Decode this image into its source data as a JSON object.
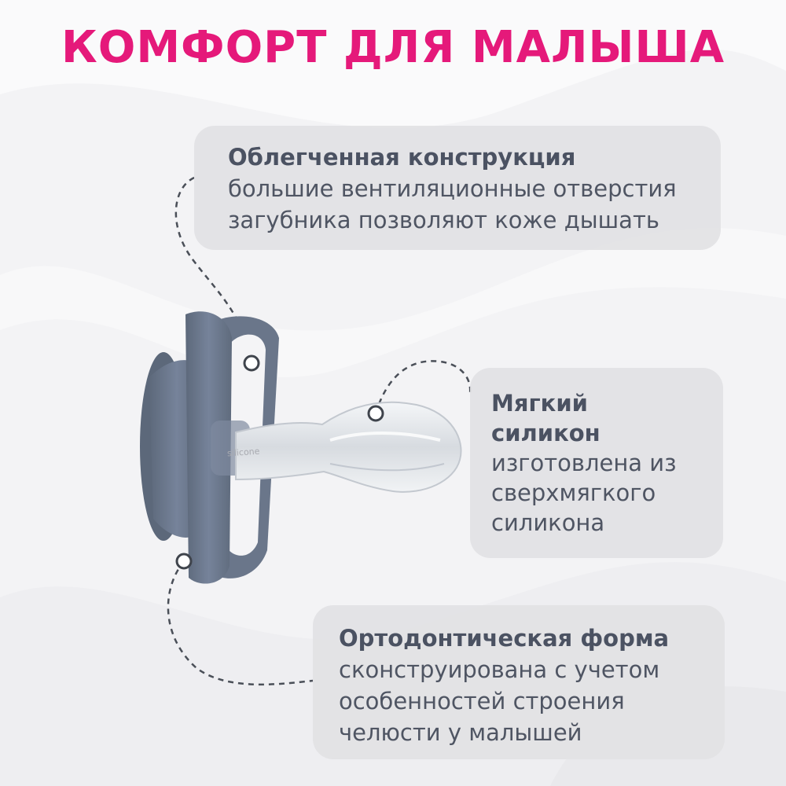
{
  "title": "КОМФОРТ ДЛЯ МАЛЫША",
  "colors": {
    "title": "#e5197a",
    "card_background": "#e2e2e4",
    "card_text": "#4b5262",
    "shield": "#6b7789",
    "nipple": "#e9ecef",
    "background": "#f4f4f6"
  },
  "features": [
    {
      "heading_lines": [
        "Облегченная конструкция"
      ],
      "text_lines": [
        "большие вентиляционные отверстия",
        "загубника позволяют коже дышать"
      ]
    },
    {
      "heading_lines": [
        "Мягкий",
        "силикон"
      ],
      "text_lines": [
        "изготовлена из",
        "сверхмягкого",
        "силикона"
      ]
    },
    {
      "heading_lines": [
        "Ортодонтическая форма"
      ],
      "text_lines": [
        "сконструирована с учетом",
        "особенностей строения",
        "челюсти у малышей"
      ]
    }
  ],
  "product": {
    "image": "pacifier",
    "emboss_text": "silicone"
  }
}
